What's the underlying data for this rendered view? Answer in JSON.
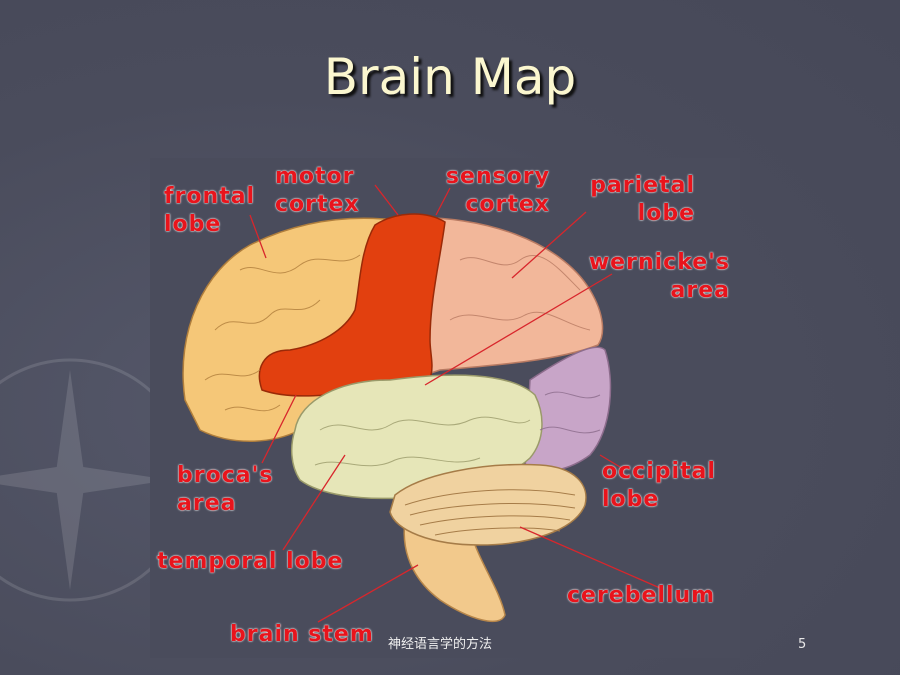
{
  "slide": {
    "title": "Brain Map",
    "footer_text": "神经语言学的方法",
    "page_number": "5"
  },
  "labels": {
    "frontal_lobe": [
      "frontal",
      "lobe"
    ],
    "motor_cortex": [
      "motor",
      "cortex"
    ],
    "sensory_cortex": [
      "sensory",
      "cortex"
    ],
    "parietal_lobe": [
      "parietal",
      "lobe"
    ],
    "wernickes_area": [
      "wernicke's",
      "area"
    ],
    "brocas_area": [
      "broca's",
      "area"
    ],
    "occipital_lobe": [
      "occipital",
      "lobe"
    ],
    "temporal_lobe": "temporal lobe",
    "cerebellum": "cerebellum",
    "brain_stem": "brain stem"
  },
  "colors": {
    "background": "#4a4c5c",
    "title": "#fbf7cf",
    "label_text": "#e8141c",
    "frontal": "#f5c778",
    "motor": "#e2400f",
    "parietal": "#f2b79a",
    "occipital": "#c8a5c8",
    "temporal": "#e6e6b8",
    "cerebellum": "#f0d2a0",
    "brain_stem": "#f2c98c"
  }
}
